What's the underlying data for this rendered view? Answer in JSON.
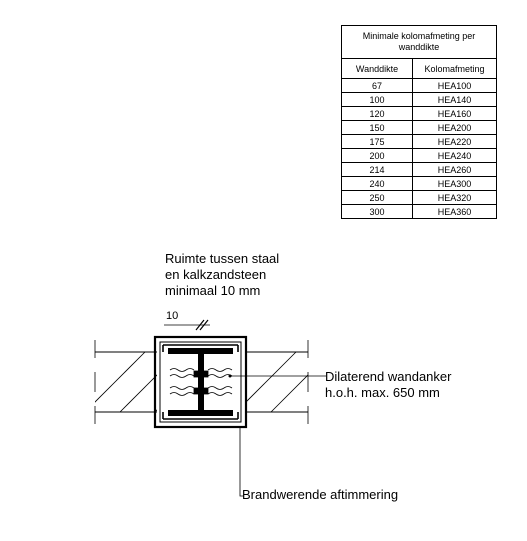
{
  "table": {
    "title": "Minimale kolomafmeting per wanddikte",
    "headers": [
      "Wanddikte",
      "Kolomafmeting"
    ],
    "rows": [
      [
        "67",
        "HEA100"
      ],
      [
        "100",
        "HEA140"
      ],
      [
        "120",
        "HEA160"
      ],
      [
        "150",
        "HEA200"
      ],
      [
        "175",
        "HEA220"
      ],
      [
        "200",
        "HEA240"
      ],
      [
        "214",
        "HEA260"
      ],
      [
        "240",
        "HEA300"
      ],
      [
        "250",
        "HEA320"
      ],
      [
        "300",
        "HEA360"
      ]
    ]
  },
  "annotations": {
    "space_line1": "Ruimte tussen staal",
    "space_line2": "en kalkzandsteen",
    "space_line3": "minimaal 10 mm",
    "dimension": "10",
    "anchor_line1": "Dilaterend wandanker",
    "anchor_line2": "h.o.h. max. 650 mm",
    "fire": "Brandwerende aftimmering"
  }
}
